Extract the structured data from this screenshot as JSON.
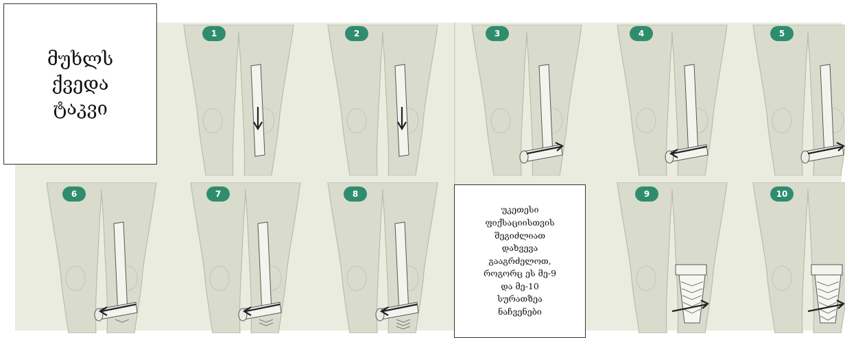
{
  "title": "მუხლს\nქვედა\nტაკვი",
  "note": "უკეთესი\nფიქსაციისთვის\nშეგიძლიათ\nდახვევა\nგააგრძელოთ,\nროგორც ეს მე-9\nდა მე-10\nსურათზეა\nნაჩვენები",
  "steps": [
    {
      "number": "1"
    },
    {
      "number": "2"
    },
    {
      "number": "3"
    },
    {
      "number": "4"
    },
    {
      "number": "5"
    },
    {
      "number": "6"
    },
    {
      "number": "7"
    },
    {
      "number": "8"
    },
    {
      "number": "9"
    },
    {
      "number": "10"
    }
  ]
}
